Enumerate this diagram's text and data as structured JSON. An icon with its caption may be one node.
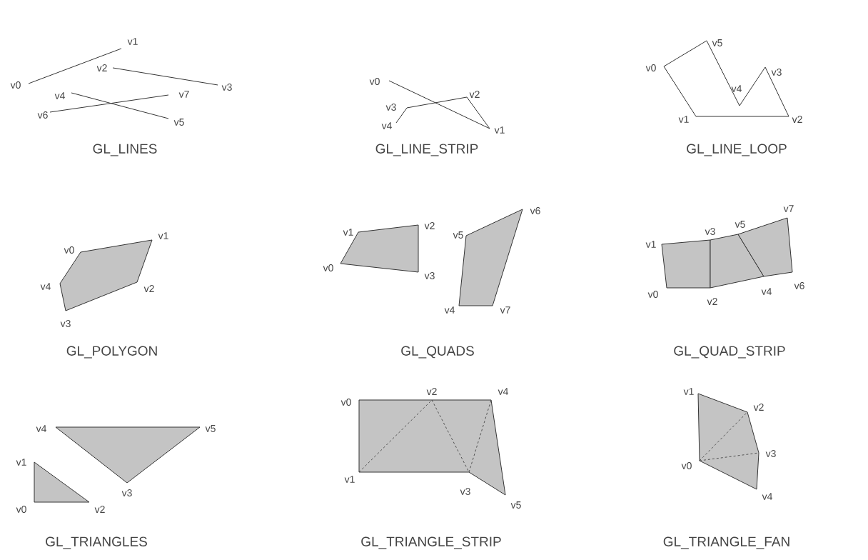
{
  "diagram": {
    "labels": [
      "v0",
      "v1",
      "v2",
      "v3",
      "v4",
      "v5",
      "v6",
      "v7",
      "GL_LINES",
      "v0",
      "v1",
      "v2",
      "v3",
      "v4",
      "GL_LINE_STRIP",
      "v0",
      "v1",
      "v2",
      "v3",
      "v4",
      "v5",
      "GL_LINE_LOOP",
      "v0",
      "v1",
      "v2",
      "v3",
      "v4",
      "GL_POLYGON",
      "v0",
      "v1",
      "v2",
      "v3",
      "v4",
      "v5",
      "v6",
      "v7",
      "GL_QUADS",
      "v0",
      "v1",
      "v2",
      "v3",
      "v4",
      "v5",
      "v6",
      "v7",
      "GL_QUAD_STRIP",
      "v0",
      "v1",
      "v2",
      "v3",
      "v4",
      "v5",
      "GL_TRIANGLES",
      "v0",
      "v1",
      "v2",
      "v3",
      "v4",
      "v5",
      "GL_TRIANGLE_STRIP",
      "v0",
      "v1",
      "v2",
      "v3",
      "v4",
      "GL_TRIANGLE_FAN"
    ]
  }
}
